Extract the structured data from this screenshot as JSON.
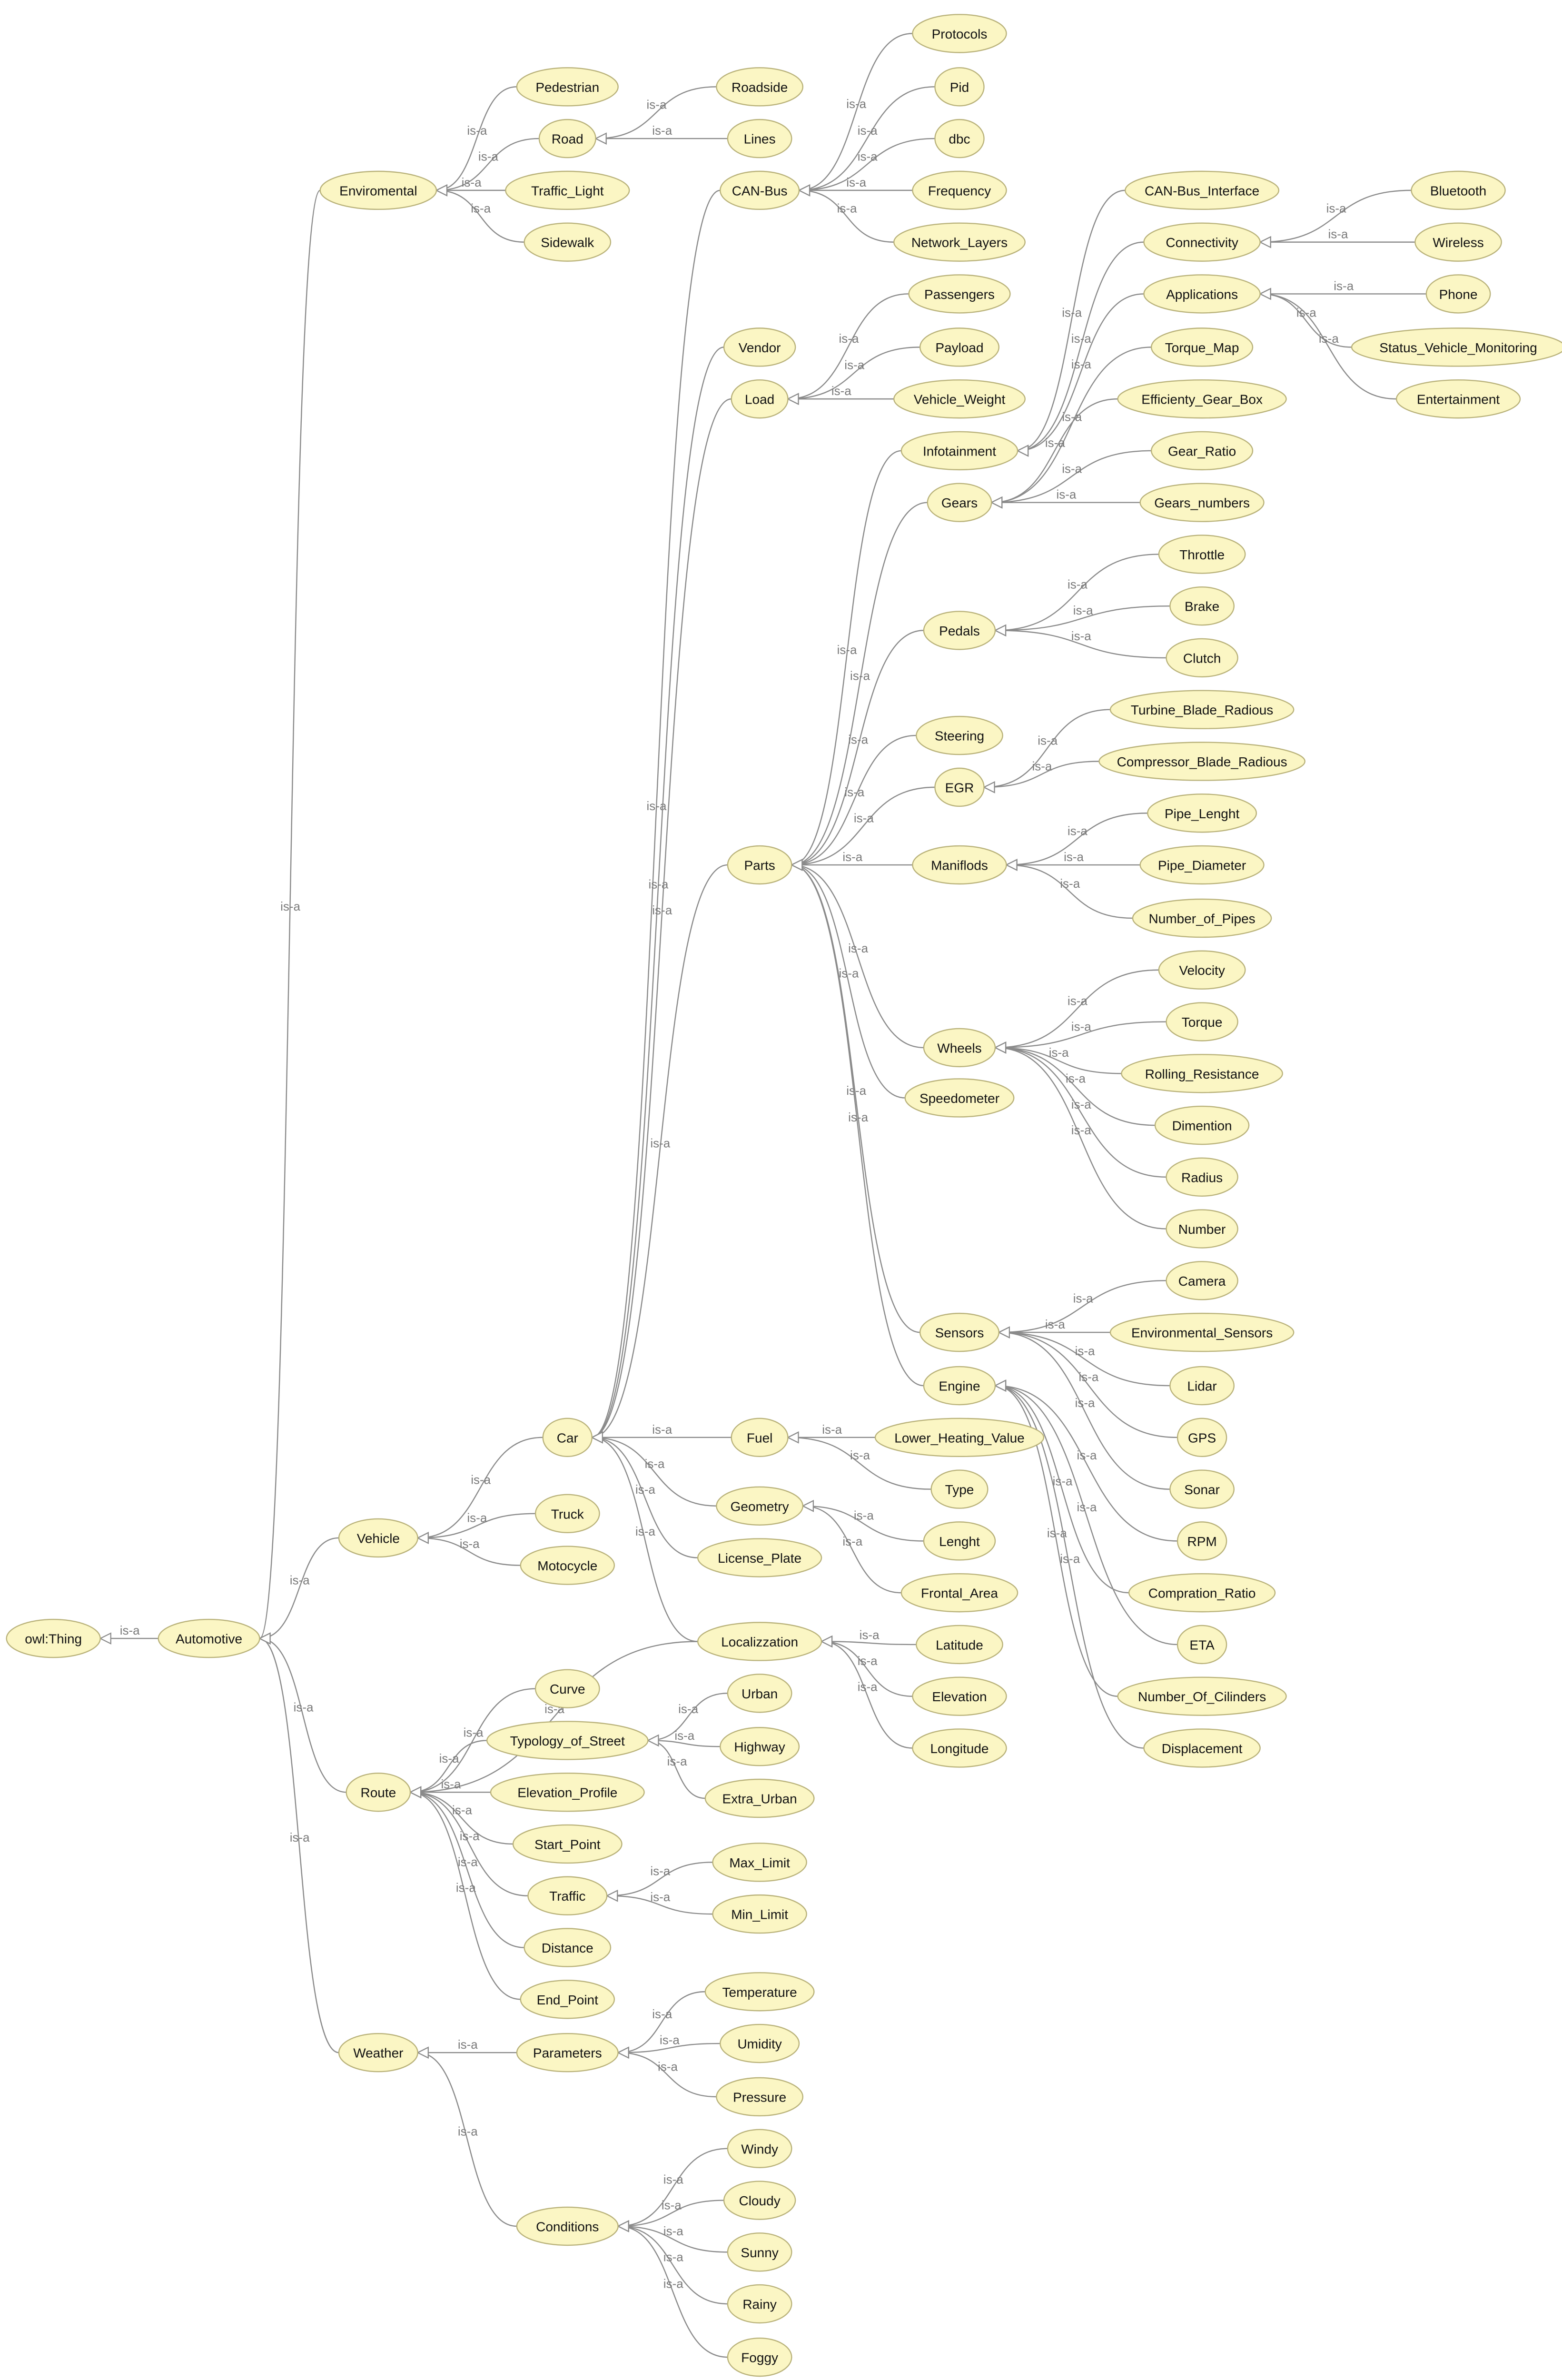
{
  "relation_label": "is-a",
  "colors": {
    "node_fill": "#fbf6c4",
    "node_stroke": "#b9b27a",
    "edge": "#8a8a8a",
    "edge_label": "#7a7a7a"
  },
  "nodes": [
    {
      "id": "owl_thing",
      "label": "owl:Thing"
    },
    {
      "id": "automotive",
      "label": "Automotive"
    },
    {
      "id": "enviromental",
      "label": "Enviromental"
    },
    {
      "id": "pedestrian",
      "label": "Pedestrian"
    },
    {
      "id": "road",
      "label": "Road"
    },
    {
      "id": "roadside",
      "label": "Roadside"
    },
    {
      "id": "lines",
      "label": "Lines"
    },
    {
      "id": "traffic_light",
      "label": "Traffic_Light"
    },
    {
      "id": "sidewalk",
      "label": "Sidewalk"
    },
    {
      "id": "can_bus",
      "label": "CAN-Bus"
    },
    {
      "id": "protocols",
      "label": "Protocols"
    },
    {
      "id": "pid",
      "label": "Pid"
    },
    {
      "id": "dbc",
      "label": "dbc"
    },
    {
      "id": "frequency",
      "label": "Frequency"
    },
    {
      "id": "network_layers",
      "label": "Network_Layers"
    },
    {
      "id": "vendor",
      "label": "Vendor"
    },
    {
      "id": "load",
      "label": "Load"
    },
    {
      "id": "passengers",
      "label": "Passengers"
    },
    {
      "id": "payload",
      "label": "Payload"
    },
    {
      "id": "vehicle_weight",
      "label": "Vehicle_Weight"
    },
    {
      "id": "infotainment",
      "label": "Infotainment"
    },
    {
      "id": "can_bus_interface",
      "label": "CAN-Bus_Interface"
    },
    {
      "id": "connectivity",
      "label": "Connectivity"
    },
    {
      "id": "bluetooth",
      "label": "Bluetooth"
    },
    {
      "id": "wireless",
      "label": "Wireless"
    },
    {
      "id": "applications",
      "label": "Applications"
    },
    {
      "id": "phone",
      "label": "Phone"
    },
    {
      "id": "status_vehicle_monitoring",
      "label": "Status_Vehicle_Monitoring"
    },
    {
      "id": "entertainment",
      "label": "Entertainment"
    },
    {
      "id": "gears",
      "label": "Gears"
    },
    {
      "id": "torque_map",
      "label": "Torque_Map"
    },
    {
      "id": "efficienty_gear_box",
      "label": "Efficienty_Gear_Box"
    },
    {
      "id": "gear_ratio",
      "label": "Gear_Ratio"
    },
    {
      "id": "gears_numbers",
      "label": "Gears_numbers"
    },
    {
      "id": "pedals",
      "label": "Pedals"
    },
    {
      "id": "throttle",
      "label": "Throttle"
    },
    {
      "id": "brake",
      "label": "Brake"
    },
    {
      "id": "clutch",
      "label": "Clutch"
    },
    {
      "id": "steering",
      "label": "Steering"
    },
    {
      "id": "egr",
      "label": "EGR"
    },
    {
      "id": "turbine_blade_radious",
      "label": "Turbine_Blade_Radious"
    },
    {
      "id": "compressor_blade_radious",
      "label": "Compressor_Blade_Radious"
    },
    {
      "id": "parts",
      "label": "Parts"
    },
    {
      "id": "maniflods",
      "label": "Maniflods"
    },
    {
      "id": "pipe_lenght",
      "label": "Pipe_Lenght"
    },
    {
      "id": "pipe_diameter",
      "label": "Pipe_Diameter"
    },
    {
      "id": "number_of_pipes",
      "label": "Number_of_Pipes"
    },
    {
      "id": "wheels",
      "label": "Wheels"
    },
    {
      "id": "velocity",
      "label": "Velocity"
    },
    {
      "id": "torque",
      "label": "Torque"
    },
    {
      "id": "rolling_resistance",
      "label": "Rolling_Resistance"
    },
    {
      "id": "dimention",
      "label": "Dimention"
    },
    {
      "id": "radius",
      "label": "Radius"
    },
    {
      "id": "number",
      "label": "Number"
    },
    {
      "id": "speedometer",
      "label": "Speedometer"
    },
    {
      "id": "sensors",
      "label": "Sensors"
    },
    {
      "id": "camera",
      "label": "Camera"
    },
    {
      "id": "environmental_sensors",
      "label": "Environmental_Sensors"
    },
    {
      "id": "lidar",
      "label": "Lidar"
    },
    {
      "id": "gps",
      "label": "GPS"
    },
    {
      "id": "sonar",
      "label": "Sonar"
    },
    {
      "id": "engine",
      "label": "Engine"
    },
    {
      "id": "rpm",
      "label": "RPM"
    },
    {
      "id": "compration_ratio",
      "label": "Compration_Ratio"
    },
    {
      "id": "eta",
      "label": "ETA"
    },
    {
      "id": "number_of_cilinders",
      "label": "Number_Of_Cilinders"
    },
    {
      "id": "displacement",
      "label": "Displacement"
    },
    {
      "id": "car",
      "label": "Car"
    },
    {
      "id": "fuel",
      "label": "Fuel"
    },
    {
      "id": "lower_heating_value",
      "label": "Lower_Heating_Value"
    },
    {
      "id": "type",
      "label": "Type"
    },
    {
      "id": "geometry",
      "label": "Geometry"
    },
    {
      "id": "lenght",
      "label": "Lenght"
    },
    {
      "id": "frontal_area",
      "label": "Frontal_Area"
    },
    {
      "id": "license_plate",
      "label": "License_Plate"
    },
    {
      "id": "vehicle",
      "label": "Vehicle"
    },
    {
      "id": "truck",
      "label": "Truck"
    },
    {
      "id": "motocycle",
      "label": "Motocycle"
    },
    {
      "id": "localizzation",
      "label": "Localizzation"
    },
    {
      "id": "latitude",
      "label": "Latitude"
    },
    {
      "id": "elevation",
      "label": "Elevation"
    },
    {
      "id": "longitude",
      "label": "Longitude"
    },
    {
      "id": "route",
      "label": "Route"
    },
    {
      "id": "curve",
      "label": "Curve"
    },
    {
      "id": "typology_of_street",
      "label": "Typology_of_Street"
    },
    {
      "id": "urban",
      "label": "Urban"
    },
    {
      "id": "highway",
      "label": "Highway"
    },
    {
      "id": "extra_urban",
      "label": "Extra_Urban"
    },
    {
      "id": "elevation_profile",
      "label": "Elevation_Profile"
    },
    {
      "id": "start_point",
      "label": "Start_Point"
    },
    {
      "id": "traffic",
      "label": "Traffic"
    },
    {
      "id": "max_limit",
      "label": "Max_Limit"
    },
    {
      "id": "min_limit",
      "label": "Min_Limit"
    },
    {
      "id": "distance",
      "label": "Distance"
    },
    {
      "id": "end_point",
      "label": "End_Point"
    },
    {
      "id": "weather",
      "label": "Weather"
    },
    {
      "id": "parameters",
      "label": "Parameters"
    },
    {
      "id": "temperature",
      "label": "Temperature"
    },
    {
      "id": "umidity",
      "label": "Umidity"
    },
    {
      "id": "pressure",
      "label": "Pressure"
    },
    {
      "id": "conditions",
      "label": "Conditions"
    },
    {
      "id": "windy",
      "label": "Windy"
    },
    {
      "id": "cloudy",
      "label": "Cloudy"
    },
    {
      "id": "sunny",
      "label": "Sunny"
    },
    {
      "id": "rainy",
      "label": "Rainy"
    },
    {
      "id": "foggy",
      "label": "Foggy"
    }
  ],
  "edges": [
    [
      "automotive",
      "owl_thing"
    ],
    [
      "enviromental",
      "automotive"
    ],
    [
      "vehicle",
      "automotive"
    ],
    [
      "route",
      "automotive"
    ],
    [
      "weather",
      "automotive"
    ],
    [
      "pedestrian",
      "enviromental"
    ],
    [
      "road",
      "enviromental"
    ],
    [
      "traffic_light",
      "enviromental"
    ],
    [
      "sidewalk",
      "enviromental"
    ],
    [
      "roadside",
      "road"
    ],
    [
      "lines",
      "road"
    ],
    [
      "protocols",
      "can_bus"
    ],
    [
      "pid",
      "can_bus"
    ],
    [
      "dbc",
      "can_bus"
    ],
    [
      "frequency",
      "can_bus"
    ],
    [
      "network_layers",
      "can_bus"
    ],
    [
      "passengers",
      "load"
    ],
    [
      "payload",
      "load"
    ],
    [
      "vehicle_weight",
      "load"
    ],
    [
      "can_bus_interface",
      "infotainment"
    ],
    [
      "connectivity",
      "infotainment"
    ],
    [
      "applications",
      "infotainment"
    ],
    [
      "bluetooth",
      "connectivity"
    ],
    [
      "wireless",
      "connectivity"
    ],
    [
      "phone",
      "applications"
    ],
    [
      "status_vehicle_monitoring",
      "applications"
    ],
    [
      "entertainment",
      "applications"
    ],
    [
      "torque_map",
      "gears"
    ],
    [
      "efficienty_gear_box",
      "gears"
    ],
    [
      "gear_ratio",
      "gears"
    ],
    [
      "gears_numbers",
      "gears"
    ],
    [
      "throttle",
      "pedals"
    ],
    [
      "brake",
      "pedals"
    ],
    [
      "clutch",
      "pedals"
    ],
    [
      "turbine_blade_radious",
      "egr"
    ],
    [
      "compressor_blade_radious",
      "egr"
    ],
    [
      "pipe_lenght",
      "maniflods"
    ],
    [
      "pipe_diameter",
      "maniflods"
    ],
    [
      "number_of_pipes",
      "maniflods"
    ],
    [
      "velocity",
      "wheels"
    ],
    [
      "torque",
      "wheels"
    ],
    [
      "rolling_resistance",
      "wheels"
    ],
    [
      "dimention",
      "wheels"
    ],
    [
      "radius",
      "wheels"
    ],
    [
      "number",
      "wheels"
    ],
    [
      "camera",
      "sensors"
    ],
    [
      "environmental_sensors",
      "sensors"
    ],
    [
      "lidar",
      "sensors"
    ],
    [
      "gps",
      "sensors"
    ],
    [
      "sonar",
      "sensors"
    ],
    [
      "rpm",
      "engine"
    ],
    [
      "compration_ratio",
      "engine"
    ],
    [
      "eta",
      "engine"
    ],
    [
      "number_of_cilinders",
      "engine"
    ],
    [
      "displacement",
      "engine"
    ],
    [
      "infotainment",
      "parts"
    ],
    [
      "gears",
      "parts"
    ],
    [
      "pedals",
      "parts"
    ],
    [
      "steering",
      "parts"
    ],
    [
      "egr",
      "parts"
    ],
    [
      "maniflods",
      "parts"
    ],
    [
      "wheels",
      "parts"
    ],
    [
      "speedometer",
      "parts"
    ],
    [
      "sensors",
      "parts"
    ],
    [
      "engine",
      "parts"
    ],
    [
      "can_bus",
      "car"
    ],
    [
      "vendor",
      "car"
    ],
    [
      "load",
      "car"
    ],
    [
      "parts",
      "car"
    ],
    [
      "fuel",
      "car"
    ],
    [
      "geometry",
      "car"
    ],
    [
      "license_plate",
      "car"
    ],
    [
      "localizzation",
      "car"
    ],
    [
      "lower_heating_value",
      "fuel"
    ],
    [
      "type",
      "fuel"
    ],
    [
      "lenght",
      "geometry"
    ],
    [
      "frontal_area",
      "geometry"
    ],
    [
      "car",
      "vehicle"
    ],
    [
      "truck",
      "vehicle"
    ],
    [
      "motocycle",
      "vehicle"
    ],
    [
      "latitude",
      "localizzation"
    ],
    [
      "elevation",
      "localizzation"
    ],
    [
      "longitude",
      "localizzation"
    ],
    [
      "localizzation",
      "route"
    ],
    [
      "curve",
      "route"
    ],
    [
      "typology_of_street",
      "route"
    ],
    [
      "elevation_profile",
      "route"
    ],
    [
      "start_point",
      "route"
    ],
    [
      "traffic",
      "route"
    ],
    [
      "distance",
      "route"
    ],
    [
      "end_point",
      "route"
    ],
    [
      "urban",
      "typology_of_street"
    ],
    [
      "highway",
      "typology_of_street"
    ],
    [
      "extra_urban",
      "typology_of_street"
    ],
    [
      "max_limit",
      "traffic"
    ],
    [
      "min_limit",
      "traffic"
    ],
    [
      "parameters",
      "weather"
    ],
    [
      "conditions",
      "weather"
    ],
    [
      "temperature",
      "parameters"
    ],
    [
      "umidity",
      "parameters"
    ],
    [
      "pressure",
      "parameters"
    ],
    [
      "windy",
      "conditions"
    ],
    [
      "cloudy",
      "conditions"
    ],
    [
      "sunny",
      "conditions"
    ],
    [
      "rainy",
      "conditions"
    ],
    [
      "foggy",
      "conditions"
    ]
  ]
}
